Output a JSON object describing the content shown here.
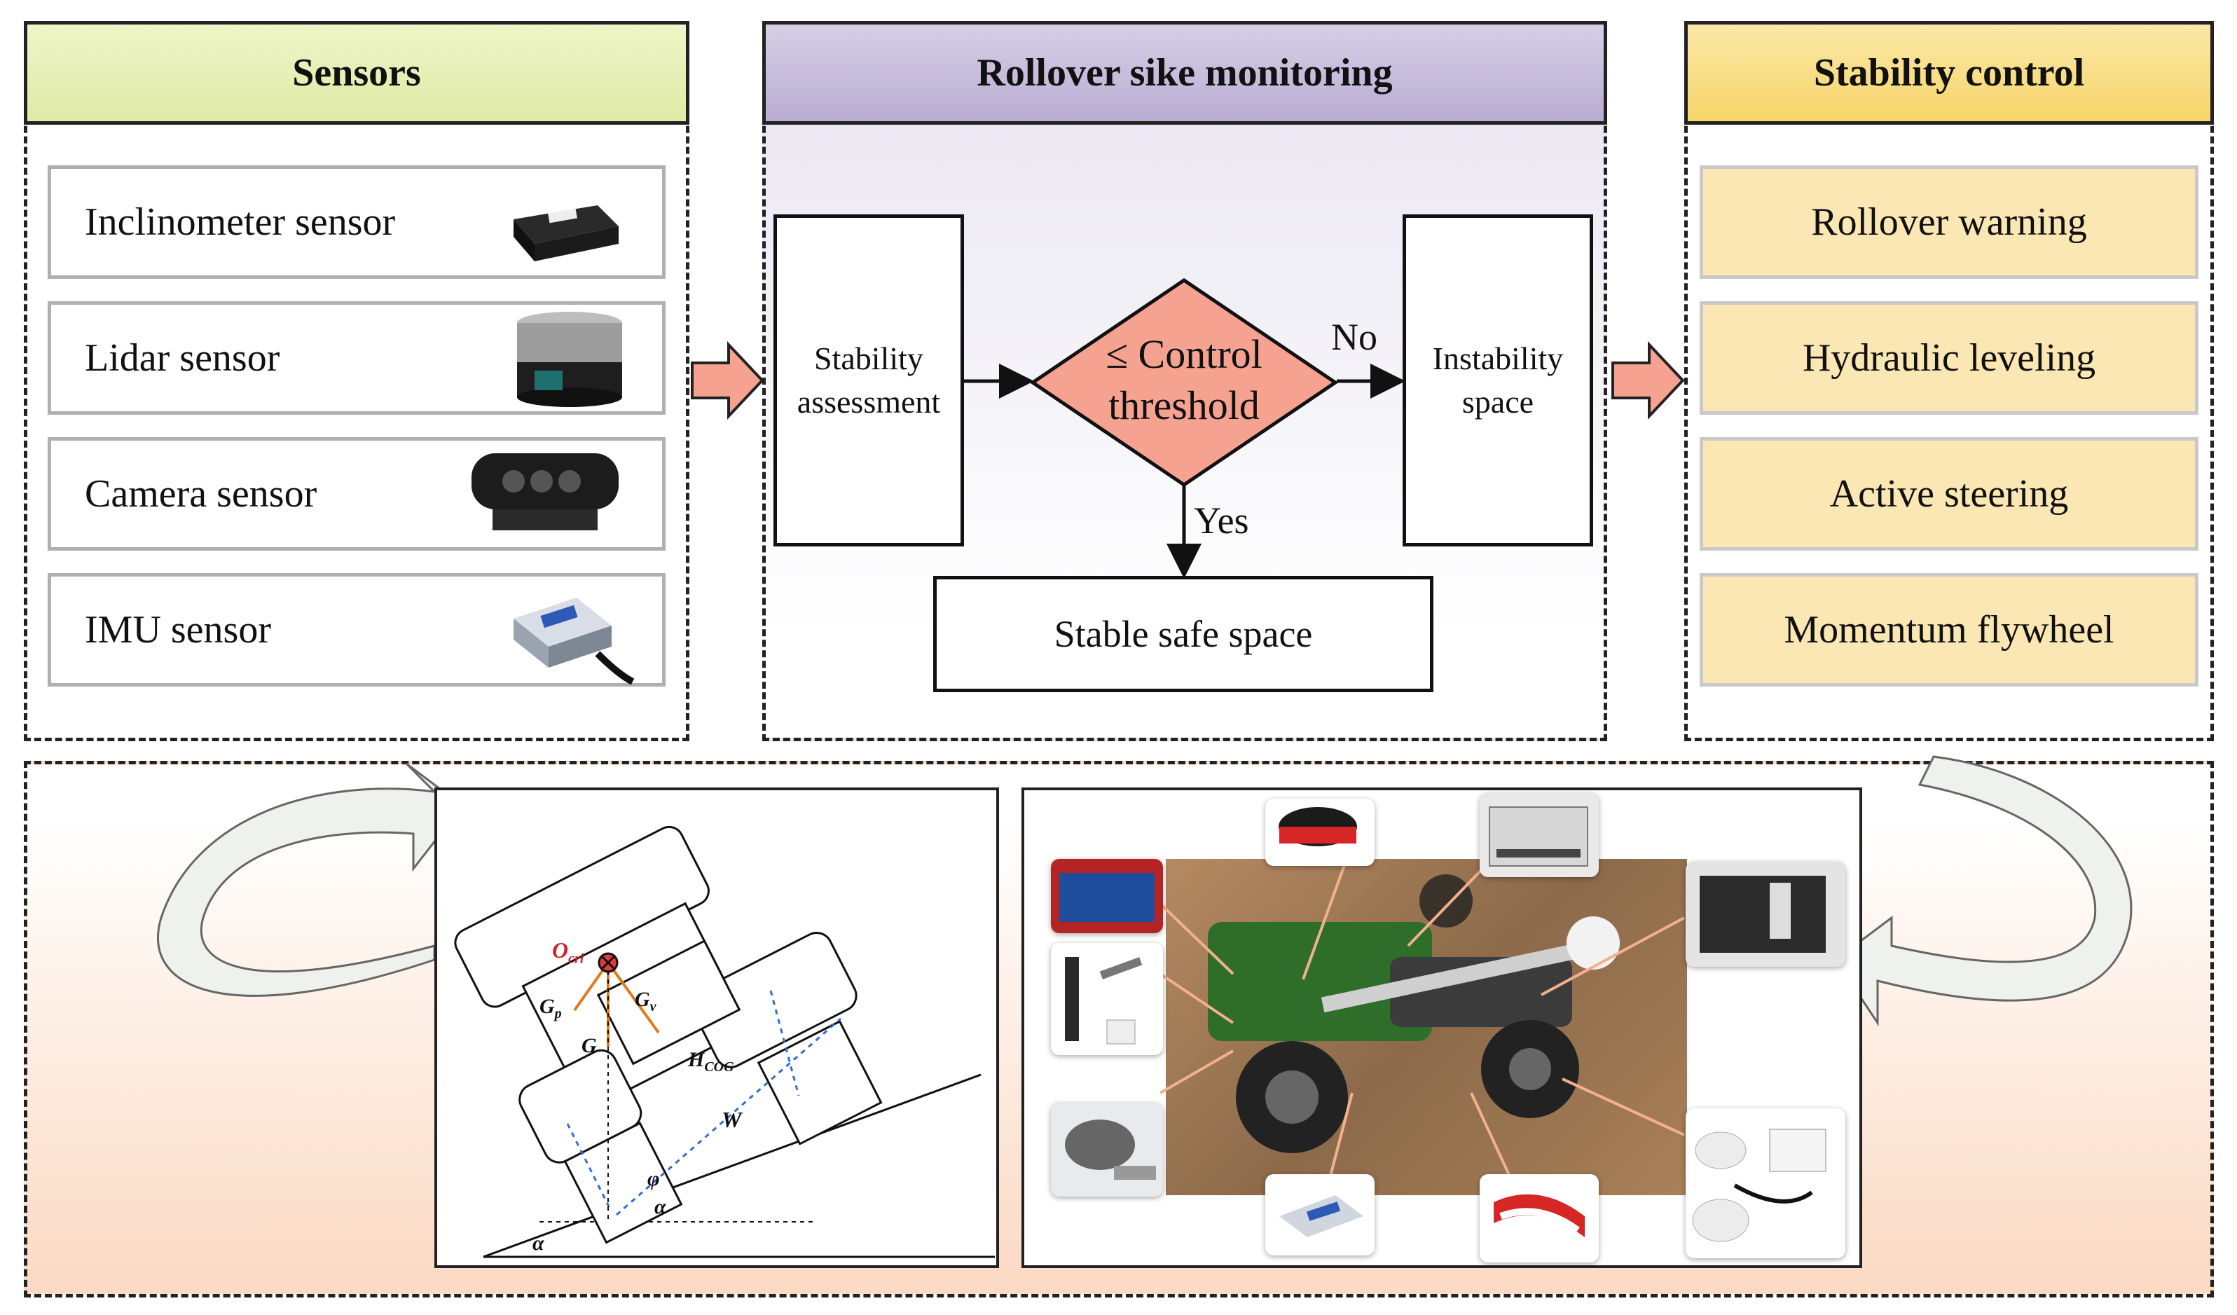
{
  "sensors": {
    "title": "Sensors",
    "items": [
      {
        "label": "Inclinometer sensor",
        "icon": "inclinometer-icon"
      },
      {
        "label": "Lidar sensor",
        "icon": "lidar-icon"
      },
      {
        "label": "Camera sensor",
        "icon": "camera-icon"
      },
      {
        "label": "IMU sensor",
        "icon": "imu-icon"
      }
    ]
  },
  "monitoring": {
    "title": "Rollover sike monitoring",
    "assessment": {
      "line1": "Stability",
      "line2": "assessment"
    },
    "decision": {
      "line1": "≤ Control",
      "line2": "threshold"
    },
    "no_label": "No",
    "yes_label": "Yes",
    "instability": {
      "line1": "Instability",
      "line2": "space"
    },
    "stable": "Stable safe space"
  },
  "control": {
    "title": "Stability control",
    "items": [
      "Rollover warning",
      "Hydraulic leveling",
      "Active steering",
      "Momentum flywheel"
    ]
  },
  "diagram": {
    "o_cri": "O",
    "o_cri_sub": "cri",
    "gp": "G",
    "gp_sub": "p",
    "gv": "G",
    "gv_sub": "v",
    "g": "G",
    "hcog": "H",
    "hcog_sub": "COG",
    "w": "W",
    "phi": "φ",
    "alpha1": "α",
    "alpha2": "α"
  },
  "colors": {
    "sensors_head": "#e6f0b6",
    "monitor_head": "#c9c0dd",
    "control_head": "#fbe08a",
    "diamond": "#f5a291",
    "arrow_fill": "#f5a291",
    "bottom_bg": "#fbd9c2"
  }
}
